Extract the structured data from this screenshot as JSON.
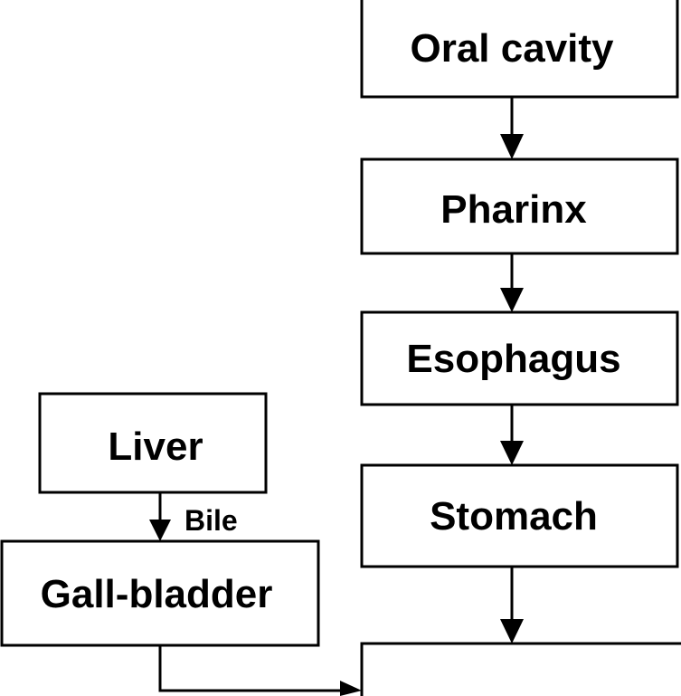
{
  "nodes": {
    "oral_cavity": "Oral cavity",
    "pharinx": "Pharinx",
    "esophagus": "Esophagus",
    "stomach": "Stomach",
    "liver": "Liver",
    "gall_bladder": "Gall-bladder"
  },
  "edges": {
    "liver_to_gall_bladder": "Bile"
  },
  "colors": {
    "stroke": "#000000",
    "background": "#ffffff"
  }
}
